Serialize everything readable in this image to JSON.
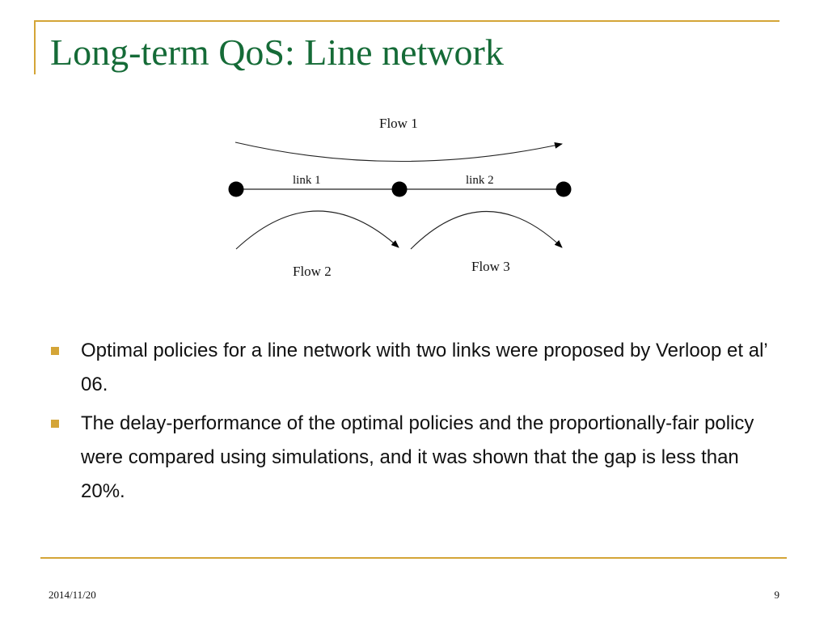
{
  "slide": {
    "title": "Long-term QoS: Line network",
    "accent_color": "#d4a537",
    "title_color": "#156b37"
  },
  "diagram": {
    "flow1_label": "Flow 1",
    "flow2_label": "Flow 2",
    "flow3_label": "Flow 3",
    "link1_label": "link 1",
    "link2_label": "link 2"
  },
  "bullets": [
    {
      "text": "Optimal policies for a line network with two links were proposed by Verloop et al’ 06."
    },
    {
      "text": "The delay-performance of the optimal policies and the proportionally-fair policy were compared using simulations, and it was shown that the gap is less than 20%."
    }
  ],
  "footer": {
    "date": "2014/11/20",
    "page_number": "9"
  }
}
